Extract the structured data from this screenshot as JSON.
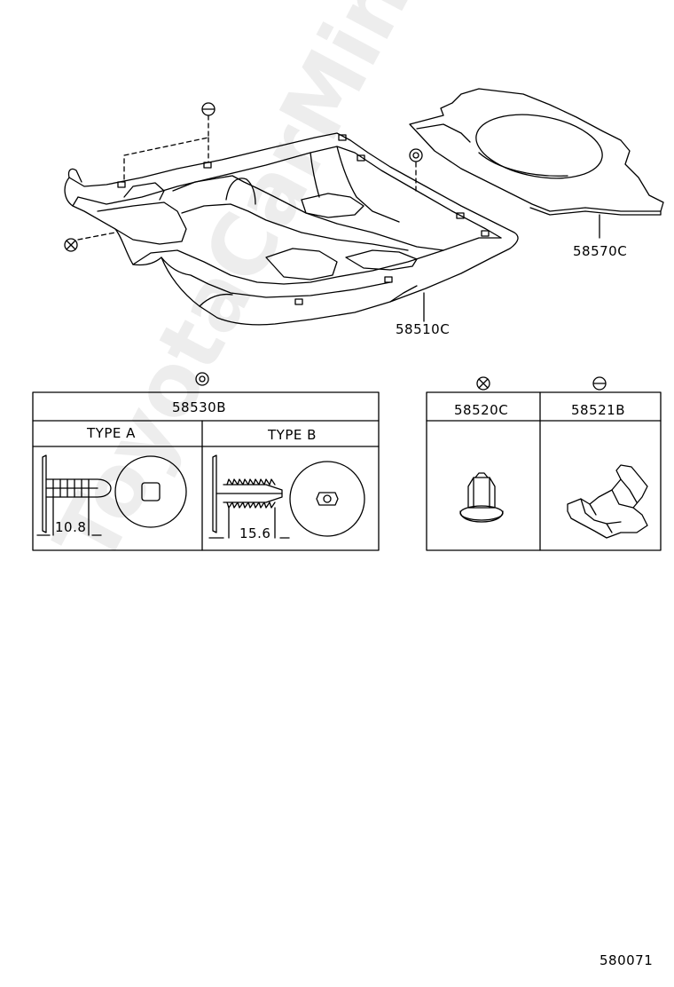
{
  "watermark": "ToyotaCarMine.ru",
  "parts": {
    "floor_carpet": "58510C",
    "rear_mat": "58570C",
    "clip_group": "58530B",
    "nut": "58520C",
    "retainer": "58521B"
  },
  "types": {
    "a": "TYPE A",
    "b": "TYPE B"
  },
  "dimensions": {
    "a": "10.8",
    "b": "15.6"
  },
  "diagram_number": "580071",
  "colors": {
    "line": "#000000",
    "background": "#ffffff"
  }
}
